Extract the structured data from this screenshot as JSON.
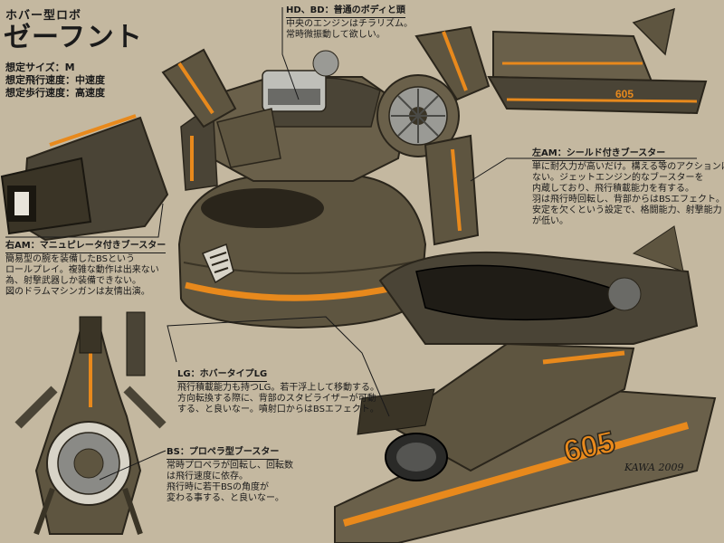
{
  "header": {
    "subtitle": "ホバー型ロボ",
    "title": "ゼーフント"
  },
  "specs": [
    "想定サイズ：M",
    "想定飛行速度：中速度",
    "想定歩行速度：高速度"
  ],
  "notes": {
    "hd_bd": {
      "head": "HD、BD：普通のボディと頭",
      "lines": [
        "中央のエンジンはチラリズム。",
        "常時微振動して欲しい。"
      ]
    },
    "left_am": {
      "head": "左AM：シールド付きブースター",
      "lines": [
        "単に耐久力が高いだけ。構える等のアクションは",
        "ない。ジェットエンジン的なブースターを",
        "内蔵しており、飛行積載能力を有する。",
        "羽は飛行時回転し、背部からはBSエフェクト。",
        "安定を欠くという設定で、格闘能力、射撃能力",
        "が低い。"
      ]
    },
    "right_am": {
      "head": "右AM：マニュピレータ付きブースター",
      "lines": [
        "簡易型の腕を装備したBSという",
        "ロールプレイ。複雑な動作は出来ない",
        "為、射撃武器しか装備できない。",
        "図のドラムマシンガンは友情出演。"
      ]
    },
    "lg": {
      "head": "LG：ホバータイプLG",
      "lines": [
        "飛行積載能力も持つLG。若干浮上して移動する。",
        "方向転換する際に、背部のスタビライザーが可動",
        "する、と良いなー。噴射口からはBSエフェクト。"
      ]
    },
    "bs": {
      "head": "BS：プロペラ型ブースター",
      "lines": [
        "常時プロペラが回転し、回転数",
        "は飛行速度に依存。",
        "飛行時に若干BSの角度が",
        "変わる事する、と良いなー。"
      ]
    }
  },
  "hull_marking": "605",
  "signature": "KAWA 2009",
  "colors": {
    "background": "#c4b8a0",
    "armor": "#5e5540",
    "armor_dark": "#3a3426",
    "stripe": "#e8891c",
    "metal": "#8a8a86"
  }
}
